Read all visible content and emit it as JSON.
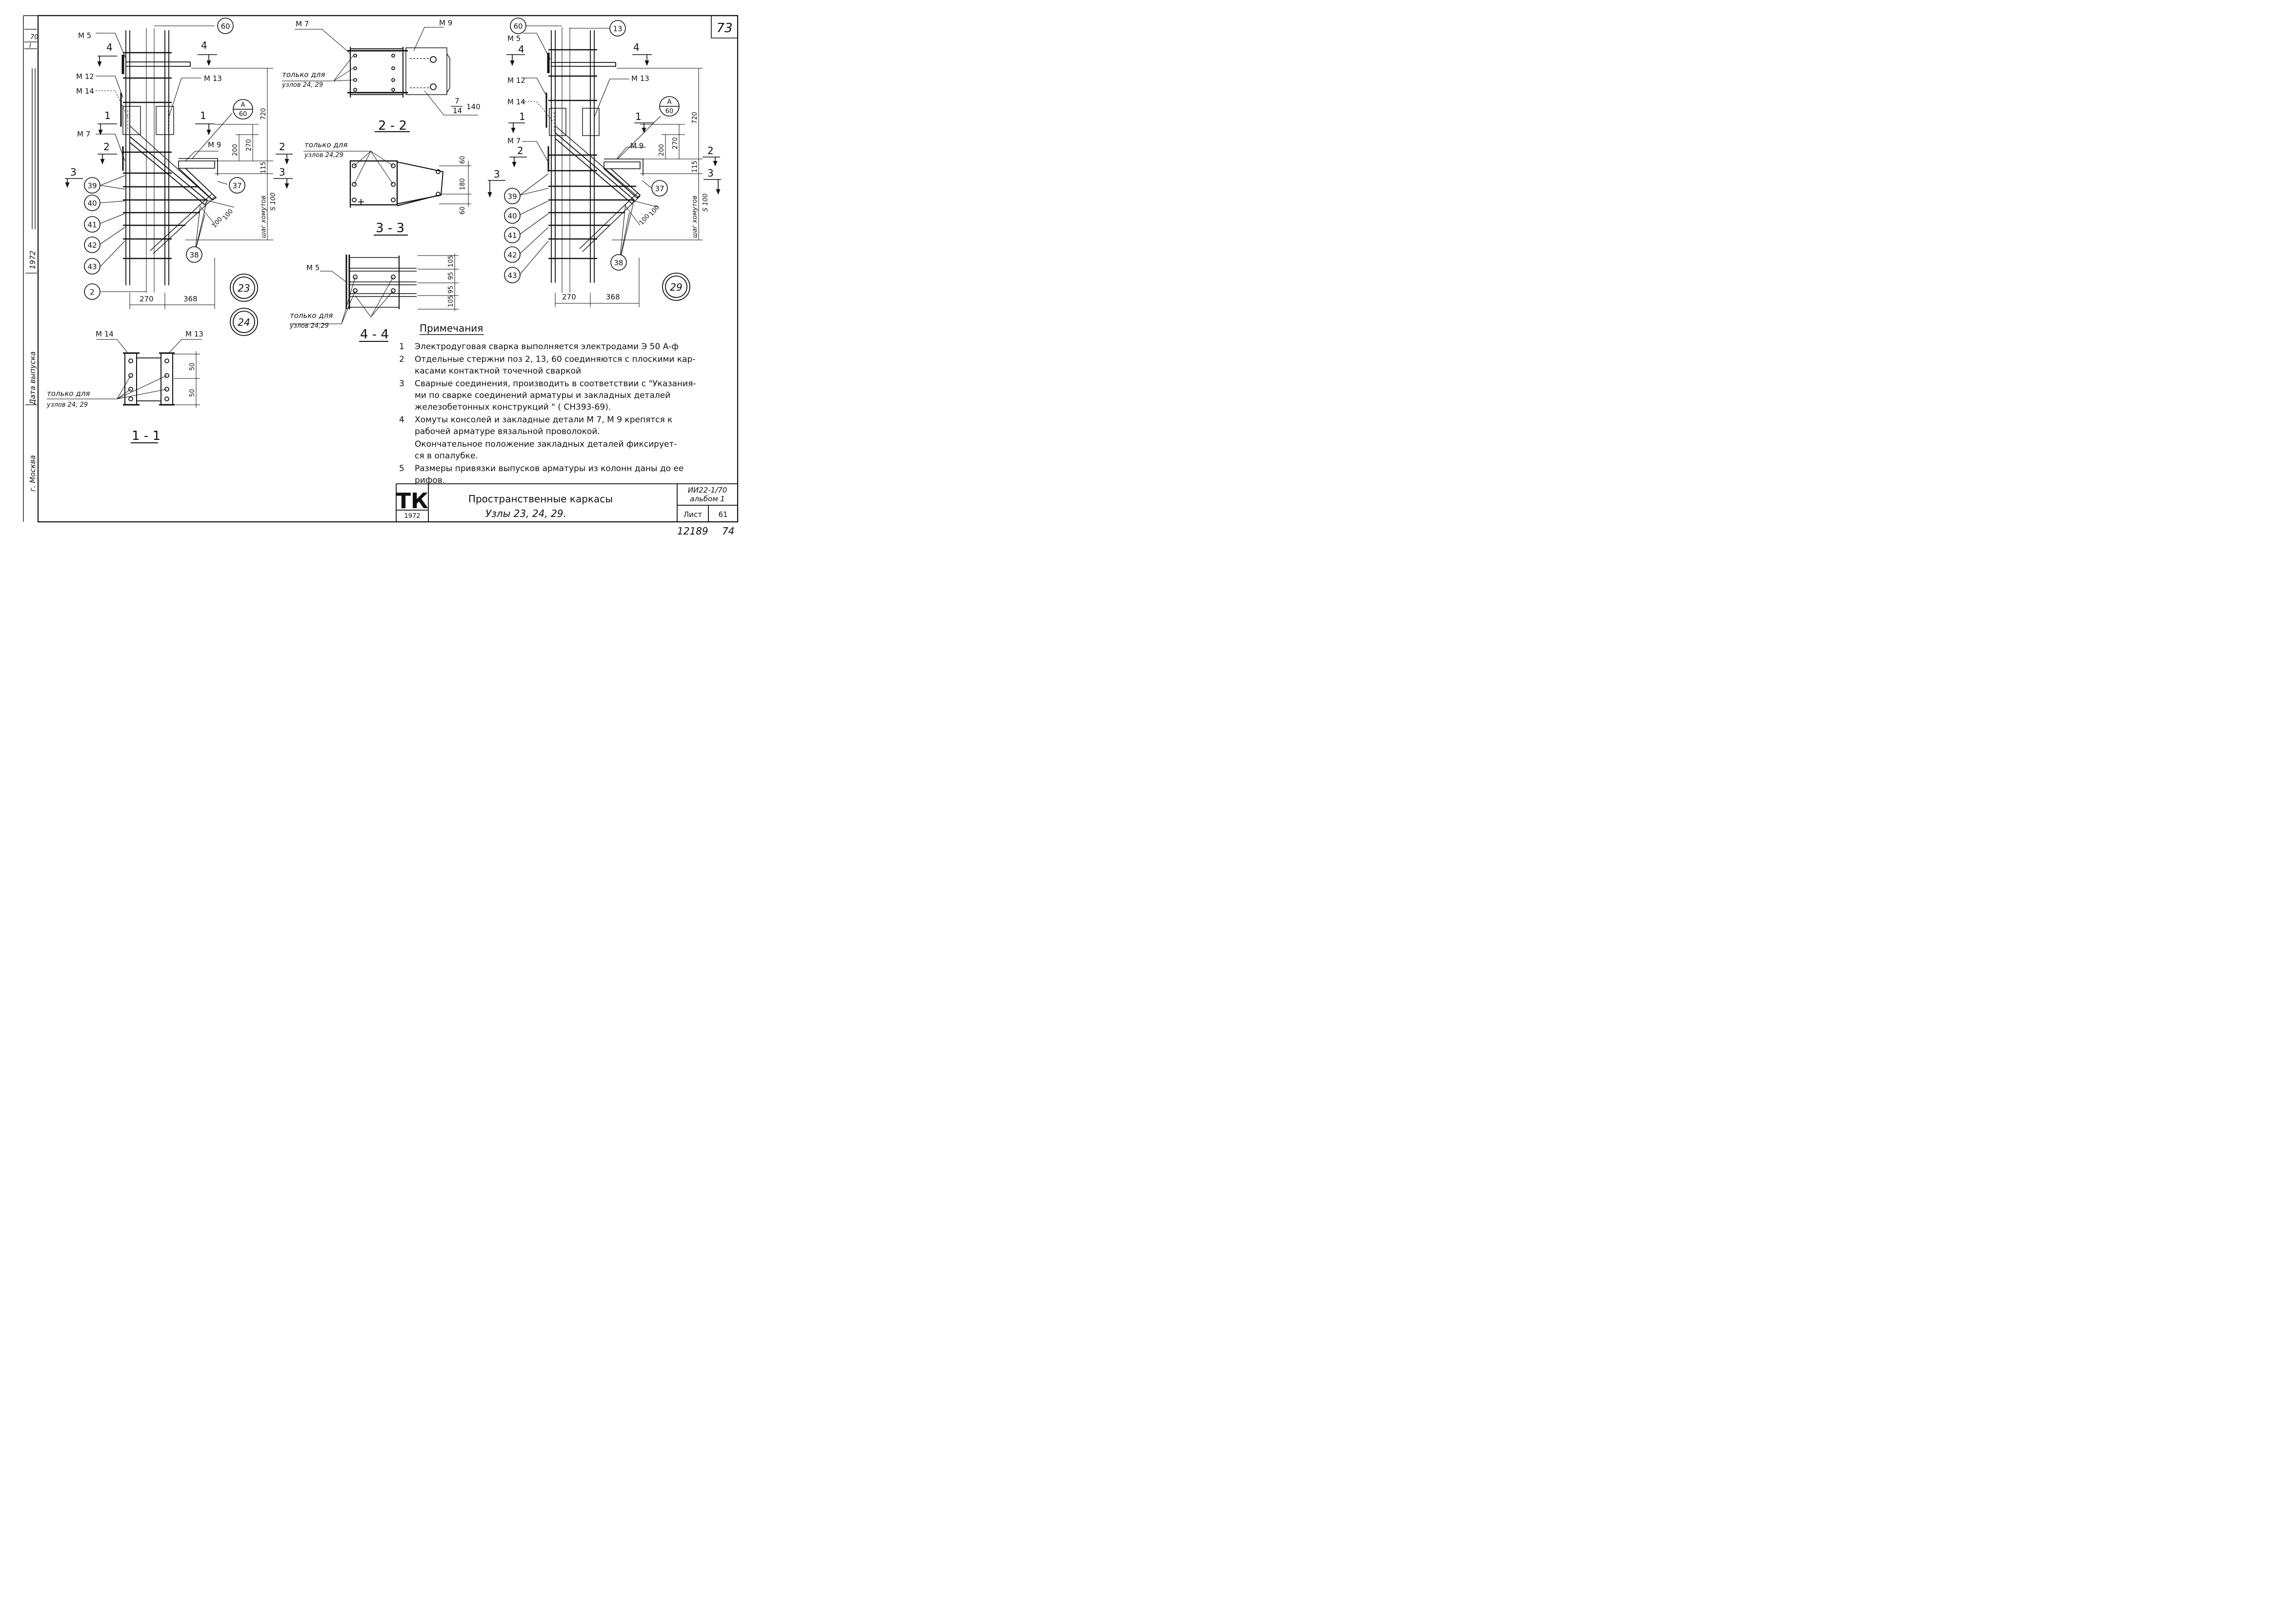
{
  "sheet": {
    "corner_number": "73",
    "sheet_id": "12189",
    "sheet_id_suffix": "74",
    "left_margin": {
      "code_top": "70",
      "code_mid": "I",
      "year": "1972",
      "date_label": "Дата выпуска",
      "city": "г. Москва"
    }
  },
  "left_drawing": {
    "tags": {
      "m5": "М 5",
      "m12": "М 12",
      "m14": "М 14",
      "m13": "М 13",
      "m7": "М 7",
      "m9": "М 9"
    },
    "bubbles": [
      "60",
      "39",
      "40",
      "41",
      "42",
      "43",
      "2",
      "37",
      "38"
    ],
    "ref_bubble": {
      "top": "А",
      "bottom": "60"
    },
    "section_marks": [
      "4",
      "4",
      "1",
      "1",
      "2",
      "2",
      "3",
      "3"
    ],
    "dims": {
      "d720": "720",
      "d270v": "270",
      "d200": "200",
      "d115": "115",
      "step_label": "шаг хомутов",
      "step_value": "S 100",
      "d100a": "100",
      "d100b": "100",
      "d270h": "270",
      "d368h": "368"
    },
    "node_bubbles": [
      "23",
      "24"
    ]
  },
  "section_22": {
    "tags": {
      "m7": "М 7",
      "m9": "М 9"
    },
    "only_for": "только для",
    "nodes": "узлов 24, 29",
    "weld_top": "7",
    "weld_bottom": "14",
    "weld_len": "140",
    "title": "2 - 2"
  },
  "section_33": {
    "only_for": "только для",
    "nodes": "узлов 24,29",
    "dims": [
      "60",
      "180",
      "60"
    ],
    "title": "3 - 3"
  },
  "section_44": {
    "tag": "М 5",
    "only_for": "только для",
    "nodes": "узлов 24,29",
    "dims": [
      "105",
      "95",
      "95",
      "105"
    ],
    "title": "4 - 4"
  },
  "section_11": {
    "tags": {
      "m14": "М 14",
      "m13": "М 13"
    },
    "only_for": "только для",
    "nodes": "узлов 24, 29",
    "dims": [
      "50",
      "50"
    ],
    "title": "1 - 1"
  },
  "right_drawing": {
    "tags": {
      "m5": "М 5",
      "m12": "М 12",
      "m14": "М 14",
      "m13": "М 13",
      "m7": "М 7",
      "m9": "М 9"
    },
    "bubbles": [
      "60",
      "13",
      "39",
      "40",
      "41",
      "42",
      "43",
      "37",
      "38"
    ],
    "ref_bubble": {
      "top": "А",
      "bottom": "60"
    },
    "section_marks": [
      "4",
      "4",
      "1",
      "1",
      "2",
      "2",
      "3",
      "3"
    ],
    "dims": {
      "d720": "720",
      "d270v": "270",
      "d200": "200",
      "d115": "115",
      "step_label": "шаг хомутов",
      "step_value": "S 100",
      "d100a": "100",
      "d100b": "100",
      "d270h": "270",
      "d368h": "368"
    },
    "node_bubble": "29"
  },
  "notes": {
    "heading": "Примечания",
    "items": [
      {
        "num": "1",
        "lines": [
          "Электродуговая сварка выполняется электродами Э 50 А-ф"
        ]
      },
      {
        "num": "2",
        "lines": [
          "Отдельные стержни поз 2, 13, 60 соединяются с плоскими кар-",
          "касами контактной точечной сваркой"
        ]
      },
      {
        "num": "3",
        "lines": [
          "Сварные соединения, производить в соответствии с \"Указания-",
          "ми по сварке соединений арматуры и закладных деталей",
          "железобетонных конструкций \" ( СН393-69)."
        ]
      },
      {
        "num": "4",
        "lines": [
          "Хомуты консолей и закладные детали М 7, М 9 крепятся к",
          "рабочей арматуре вязальной проволокой.",
          "Окончательное положение закладных деталей фиксирует-",
          "ся в опалубке."
        ]
      },
      {
        "num": "5",
        "lines": [
          "Размеры привязки выпусков арматуры из колонн даны до ее",
          "рифов."
        ]
      }
    ]
  },
  "title_block": {
    "logo": "ТК",
    "year": "1972",
    "title": "Пространственные каркасы",
    "subtitle": "Узлы 23, 24, 29.",
    "code": "ИИ22-1/70",
    "album": "альбом 1",
    "sheet_label": "Лист",
    "sheet_no": "61"
  }
}
